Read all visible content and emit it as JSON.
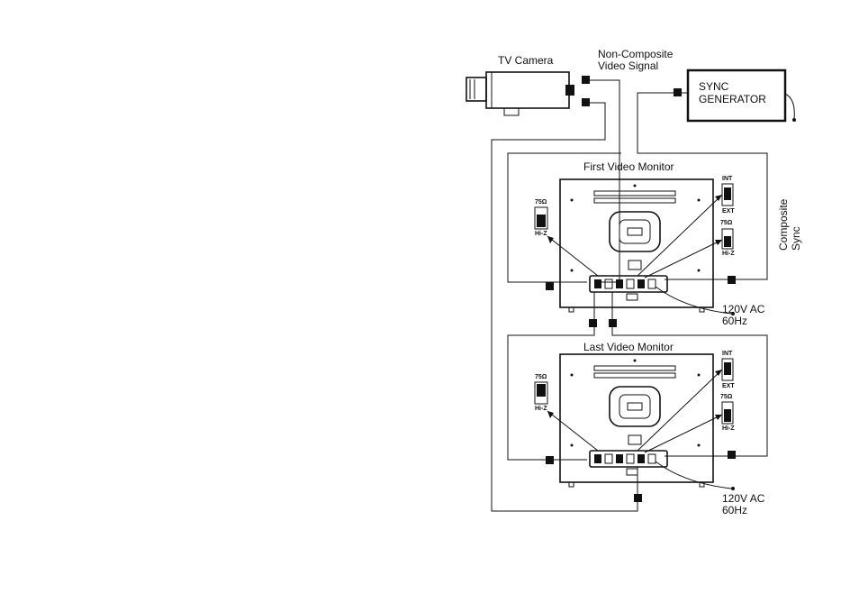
{
  "camera": {
    "label": "TV Camera"
  },
  "signal": {
    "line1": "Non-Composite",
    "line2": "Video Signal"
  },
  "sync_generator": {
    "line1": "SYNC",
    "line2": "GENERATOR"
  },
  "composite_sync": {
    "line1": "Composite",
    "line2": "Sync"
  },
  "first_monitor": {
    "label": "First Video Monitor",
    "int_label": "INT",
    "ext_label": "EXT",
    "ohm_right": "75Ω",
    "hiz_right": "Hi-Z",
    "ohm_left": "75Ω",
    "hiz_left": "Hi-Z",
    "power_line1": "120V AC",
    "power_line2": "60Hz"
  },
  "last_monitor": {
    "label": "Last Video Monitor",
    "int_label": "INT",
    "ext_label": "EXT",
    "ohm_right": "75Ω",
    "hiz_right": "Hi-Z",
    "ohm_left": "75Ω",
    "hiz_left": "Hi-Z",
    "power_line1": "120V AC",
    "power_line2": "60Hz"
  }
}
